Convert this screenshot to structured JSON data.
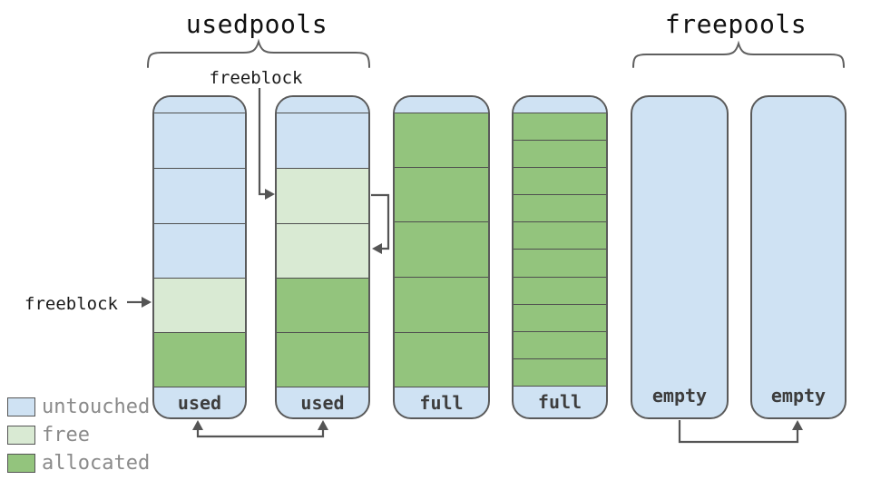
{
  "titles": {
    "usedpools": "usedpools",
    "freepools": "freepools"
  },
  "annotations": {
    "freeblock_top": "freeblock",
    "freeblock_left": "freeblock"
  },
  "colors": {
    "untouched": "#cfe2f3",
    "free": "#d9ead3",
    "allocated": "#93c47d",
    "border": "#5a5a5a",
    "arrow": "#555555"
  },
  "legend": {
    "items": [
      {
        "label": "untouched",
        "type": "untouched"
      },
      {
        "label": "free",
        "type": "free"
      },
      {
        "label": "allocated",
        "type": "allocated"
      }
    ]
  },
  "pools": [
    {
      "id": "pool-1",
      "group": "usedpools",
      "label": "used",
      "header": "untouched",
      "blocks": [
        {
          "type": "untouched",
          "h": 61
        },
        {
          "type": "untouched",
          "h": 61
        },
        {
          "type": "untouched",
          "h": 60
        },
        {
          "type": "free",
          "h": 60
        },
        {
          "type": "allocated",
          "h": 60
        }
      ]
    },
    {
      "id": "pool-2",
      "group": "usedpools",
      "label": "used",
      "header": "untouched",
      "blocks": [
        {
          "type": "untouched",
          "h": 61
        },
        {
          "type": "free",
          "h": 61
        },
        {
          "type": "free",
          "h": 60
        },
        {
          "type": "allocated",
          "h": 60
        },
        {
          "type": "allocated",
          "h": 60
        }
      ]
    },
    {
      "id": "pool-3",
      "group": "usedpools",
      "label": "full",
      "header": "untouched",
      "blocks": [
        {
          "type": "allocated",
          "h": 60
        },
        {
          "type": "allocated",
          "h": 60
        },
        {
          "type": "allocated",
          "h": 61
        },
        {
          "type": "allocated",
          "h": 61
        },
        {
          "type": "allocated",
          "h": 60
        }
      ]
    },
    {
      "id": "pool-4",
      "group": "usedpools",
      "label": "full",
      "header": "untouched",
      "blocks": [
        {
          "type": "allocated",
          "h": 30
        },
        {
          "type": "allocated",
          "h": 30
        },
        {
          "type": "allocated",
          "h": 30
        },
        {
          "type": "allocated",
          "h": 30
        },
        {
          "type": "allocated",
          "h": 30
        },
        {
          "type": "allocated",
          "h": 31
        },
        {
          "type": "allocated",
          "h": 30
        },
        {
          "type": "allocated",
          "h": 30
        },
        {
          "type": "allocated",
          "h": 30
        },
        {
          "type": "allocated",
          "h": 30
        }
      ]
    },
    {
      "id": "pool-5",
      "group": "freepools",
      "label": "empty",
      "header": null,
      "blocks": []
    },
    {
      "id": "pool-6",
      "group": "freepools",
      "label": "empty",
      "header": null,
      "blocks": []
    }
  ]
}
